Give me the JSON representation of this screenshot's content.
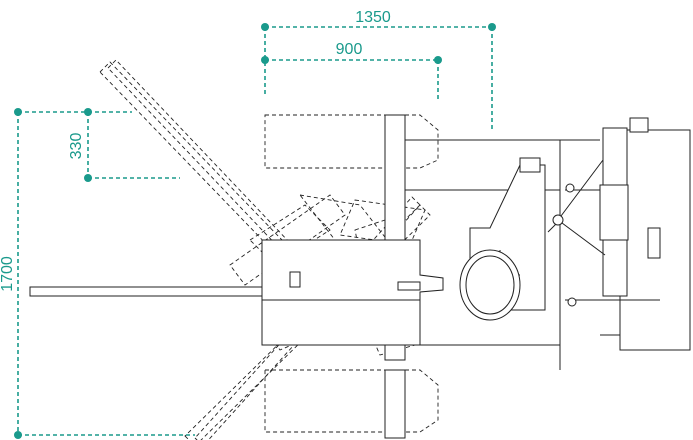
{
  "dimensions": {
    "top_outer": "1350",
    "top_inner": "900",
    "left_outer": "1700",
    "left_inner": "330"
  },
  "colors": {
    "dimension": "#1a9a8c",
    "linework": "#222222"
  }
}
